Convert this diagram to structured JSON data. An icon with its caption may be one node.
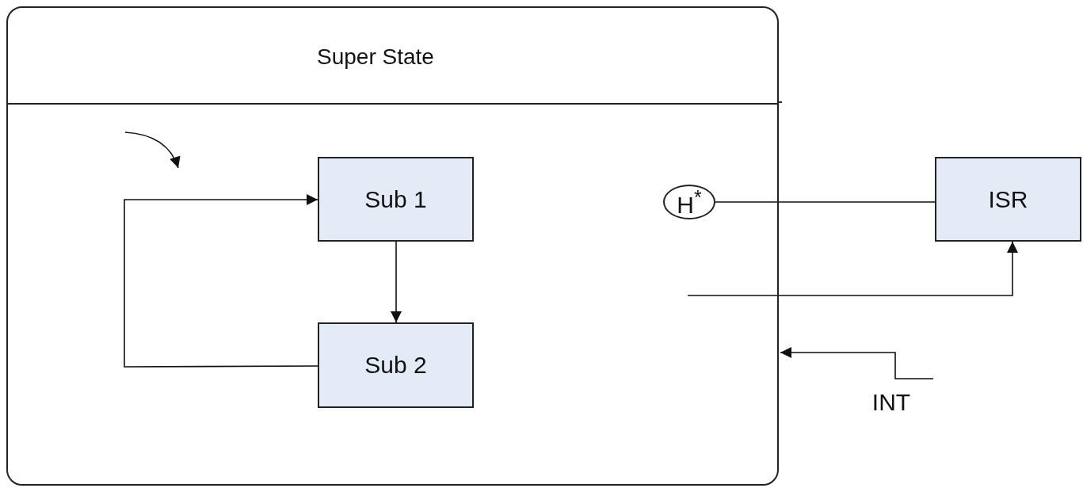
{
  "diagram": {
    "nodes": [
      {
        "text": [
          "Super State"
        ]
      },
      {
        "text": [
          "Sub 1"
        ],
        "in": 0
      },
      {
        "text": [
          "Sub 2"
        ],
        "in": 0
      },
      {
        "text": [
          "H$^{*}$"
        ],
        "in": 0
      },
      {
        "text": [
          "ISR"
        ]
      },
      {
        "text": [
          "INT"
        ]
      }
    ],
    "edges": [
      {
        "from": 1,
        "to": 2,
        "arrow": "to"
      },
      {
        "from": 2,
        "to": 1,
        "arrow": "to"
      },
      {
        "from": 3,
        "to": 4,
        "arrow": "none"
      },
      {
        "from": null,
        "to": 4,
        "arrow": "to"
      },
      {
        "from": 5,
        "to": 0,
        "arrow": "to"
      }
    ]
  }
}
